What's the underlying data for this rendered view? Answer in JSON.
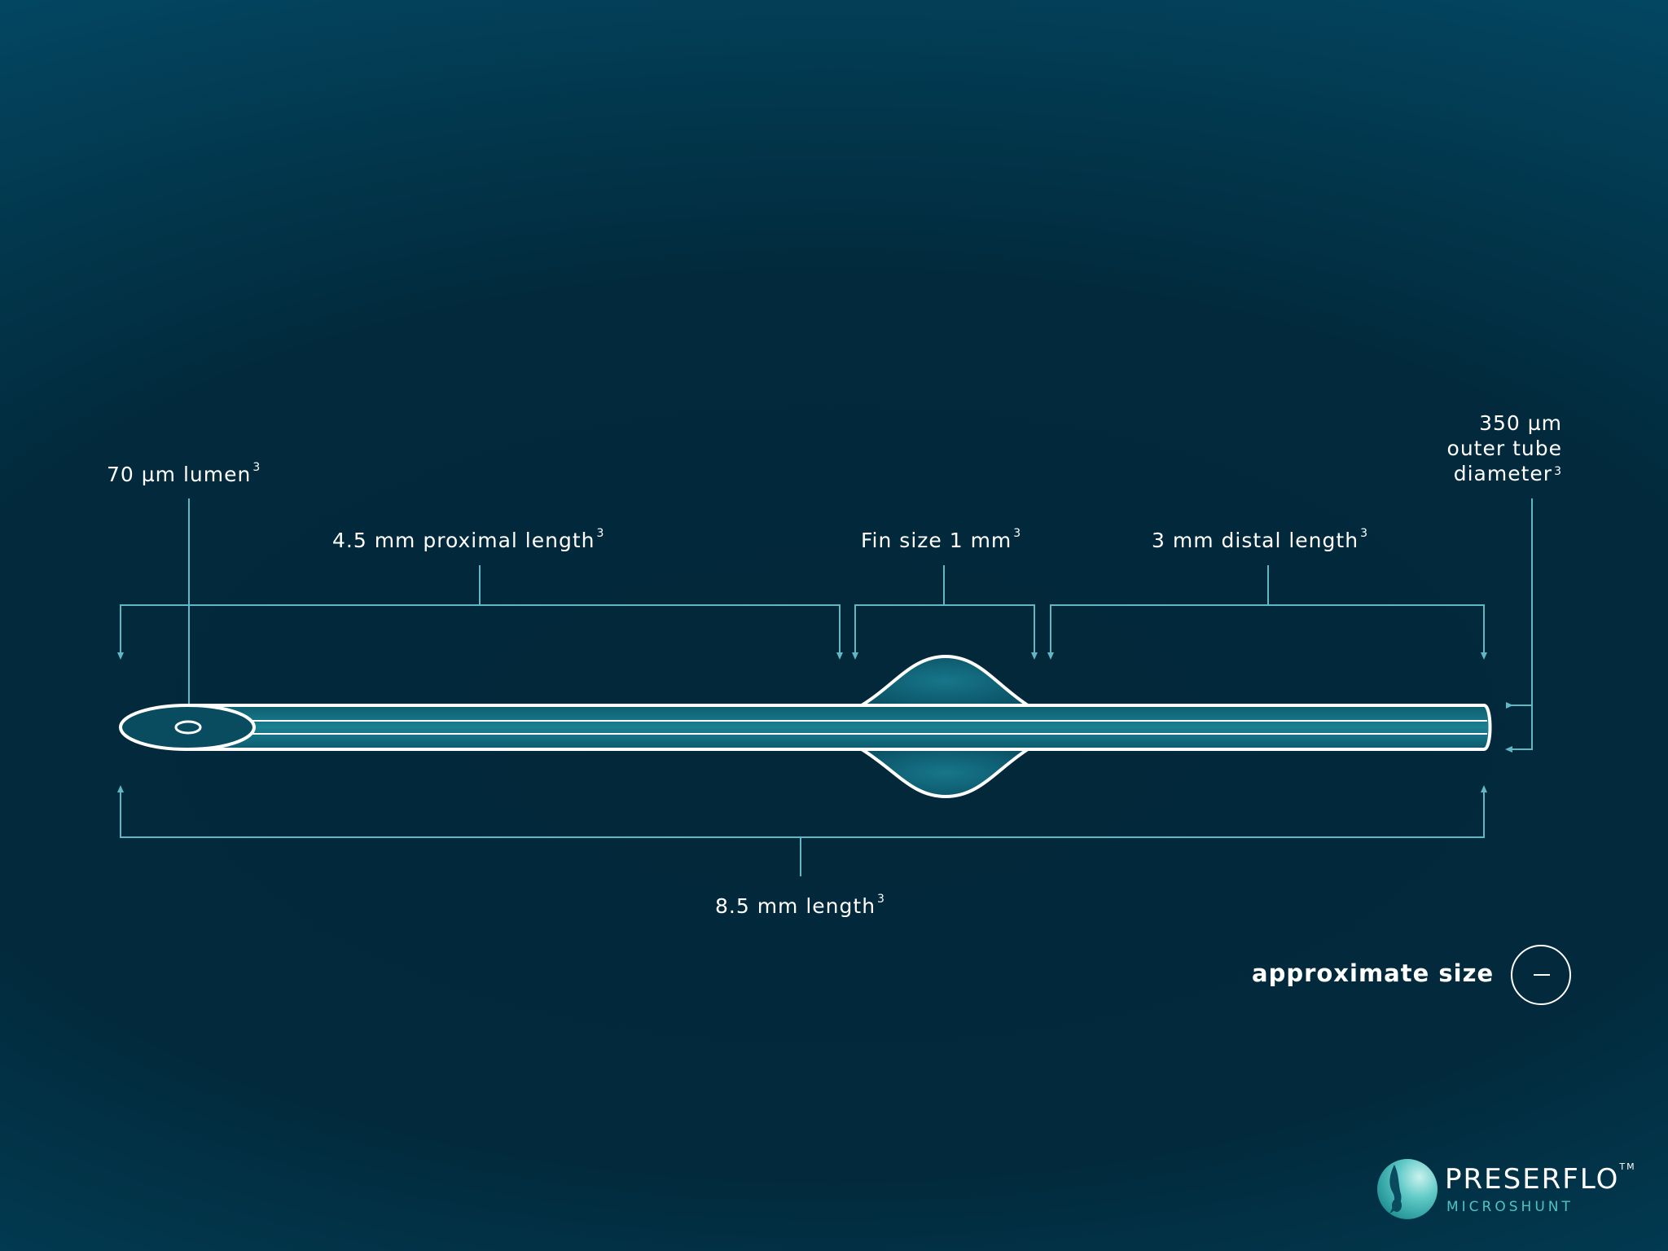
{
  "labels": {
    "lumen": "70 µm lumen",
    "proximal": "4.5 mm proximal length",
    "fin": "Fin size 1 mm",
    "distal": "3 mm distal length",
    "length": "8.5 mm length",
    "outer_line1": "350 µm",
    "outer_line2": "outer tube",
    "outer_line3": "diameter",
    "footnote": "3"
  },
  "approx": {
    "label": "approximate size"
  },
  "brand": {
    "name": "PRESERFLO",
    "trademark": "TM",
    "subtitle": "MICROSHUNT"
  },
  "colors": {
    "dimension_line": "#5fb8c4",
    "device_outline": "#ffffff",
    "device_fill": "#0b5568",
    "brand_accent": "#4fc3c3"
  }
}
